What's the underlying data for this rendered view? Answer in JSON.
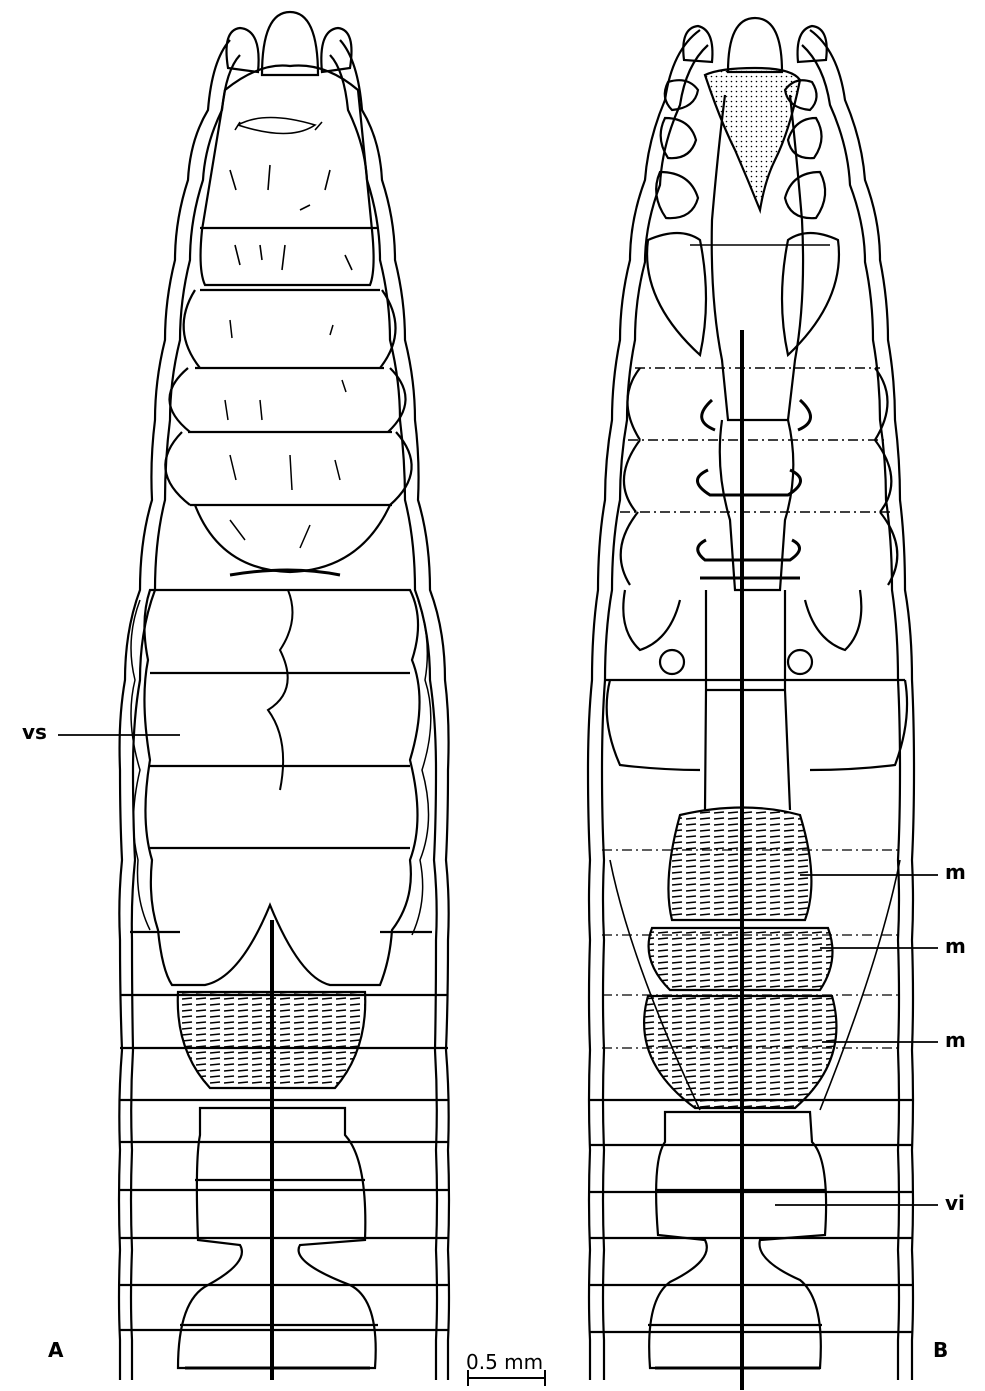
{
  "figure": {
    "panels": [
      {
        "id": "A",
        "label": "A"
      },
      {
        "id": "B",
        "label": "B"
      }
    ],
    "annotations": [
      {
        "panel": "A",
        "text": "vs"
      },
      {
        "panel": "B",
        "text": "m"
      },
      {
        "panel": "B",
        "text": "m"
      },
      {
        "panel": "B",
        "text": "m"
      },
      {
        "panel": "B",
        "text": "vi"
      }
    ],
    "scale_bar": {
      "text": "0.5 mm"
    },
    "colors": {
      "ink": "#000000",
      "paper": "#ffffff"
    }
  }
}
